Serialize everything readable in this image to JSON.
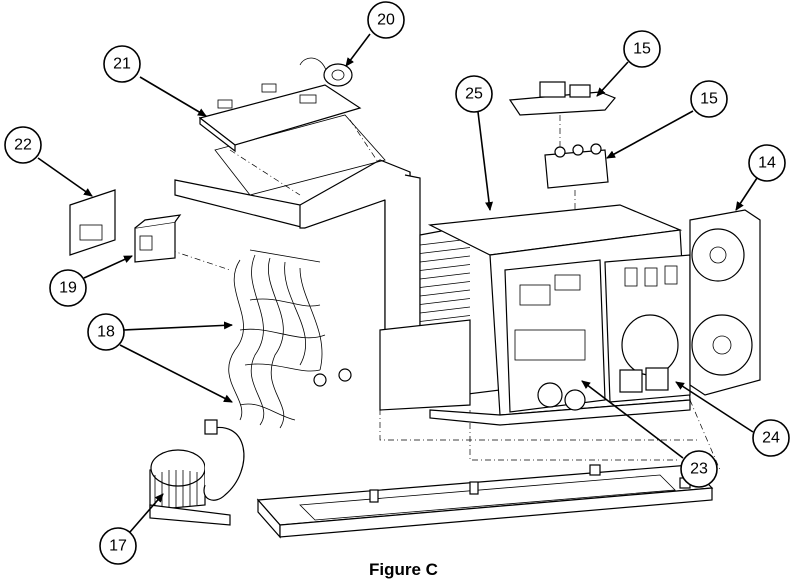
{
  "figure": {
    "caption": "Figure C"
  },
  "callouts": [
    {
      "id": "c20",
      "label": "20"
    },
    {
      "id": "c21",
      "label": "21"
    },
    {
      "id": "c22",
      "label": "22"
    },
    {
      "id": "c19",
      "label": "19"
    },
    {
      "id": "c25",
      "label": "25"
    },
    {
      "id": "c15a",
      "label": "15"
    },
    {
      "id": "c15b",
      "label": "15"
    },
    {
      "id": "c14",
      "label": "14"
    },
    {
      "id": "c18",
      "label": "18"
    },
    {
      "id": "c24",
      "label": "24"
    },
    {
      "id": "c23",
      "label": "23"
    },
    {
      "id": "c17",
      "label": "17"
    }
  ]
}
